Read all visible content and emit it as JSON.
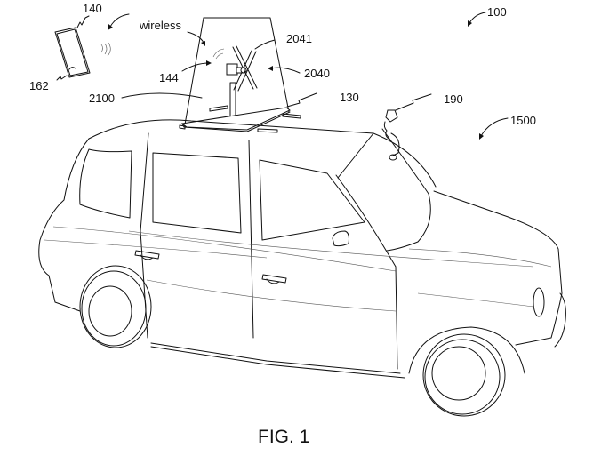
{
  "figure": {
    "caption": "FIG. 1",
    "labels": {
      "system": "100",
      "mobile_device": "140",
      "device_part": "162",
      "wireless_text": "wireless",
      "transmitter": "144",
      "enclosure": "2100",
      "turbine_blades": "2041",
      "wind_turbine": "2040",
      "roof_mount": "130",
      "sensor": "190",
      "vehicle": "1500"
    }
  }
}
